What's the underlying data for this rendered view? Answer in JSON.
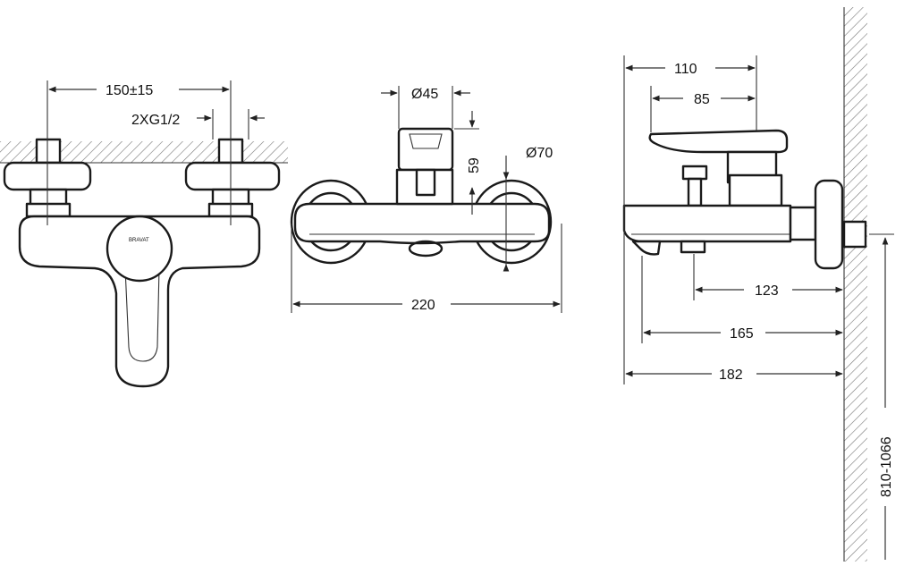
{
  "dimensions": {
    "connection_spacing": "150±15",
    "connection_thread": "2XG1/2",
    "handle_diameter": "Ø45",
    "cap_diameter": "Ø70",
    "handle_height": "59",
    "overall_width": "220",
    "lever_length": "110",
    "lever_offset": "85",
    "spout_to_wall_short": "123",
    "spout_to_wall_mid": "165",
    "overall_depth": "182",
    "mount_height": "810-1066"
  },
  "logo_text": "BRAVAT"
}
